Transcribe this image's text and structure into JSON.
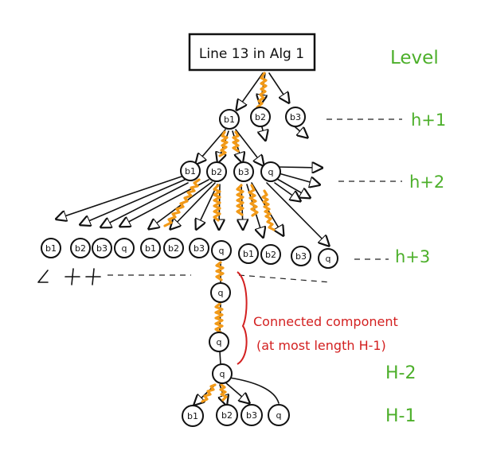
{
  "header": {
    "label": "Line 13 in Alg 1"
  },
  "levels": {
    "title": "Level",
    "h1": "h+1",
    "h2": "h+2",
    "h3": "h+3",
    "H2": "H-2",
    "H1": "H-1"
  },
  "annotation": {
    "line1": "Connected component",
    "line2": "(at most length H-1)"
  },
  "colors": {
    "level_green": "#4caf2a",
    "annotation_red": "#d32020",
    "path_orange": "#f29a18"
  },
  "nodes": {
    "row1": [
      "b1",
      "b2",
      "b3"
    ],
    "row2": [
      "b1",
      "b2",
      "b3",
      "q"
    ],
    "row3": [
      "b1",
      "b2",
      "b3",
      "q",
      "b1",
      "b2",
      "b3",
      "q",
      "b1",
      "b2",
      "b3",
      "q"
    ],
    "chain": [
      "q",
      "q",
      "q"
    ],
    "bottom": [
      "b1",
      "b2",
      "b3",
      "q"
    ]
  }
}
